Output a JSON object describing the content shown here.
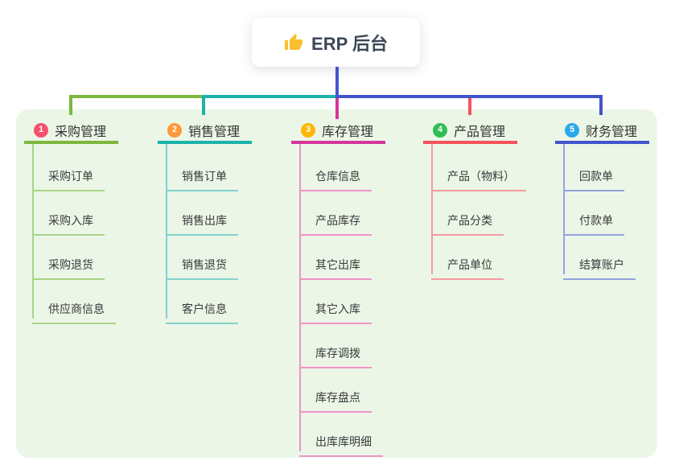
{
  "root": {
    "title": "ERP 后台",
    "icon": "thumbs-up",
    "connector_color": "#4355d4"
  },
  "panel_color": "#ebf6e7",
  "branches": [
    {
      "key": "purchase",
      "badge": "1",
      "badge_color": "#f4516c",
      "line_color": "#7cb83e",
      "light_color": "#a9d486",
      "label": "采购管理",
      "items": [
        "采购订单",
        "采购入库",
        "采购退货",
        "供应商信息"
      ]
    },
    {
      "key": "sales",
      "badge": "2",
      "badge_color": "#ff9838",
      "line_color": "#1ab3aa",
      "light_color": "#82d3cb",
      "label": "销售管理",
      "items": [
        "销售订单",
        "销售出库",
        "销售退货",
        "客户信息"
      ]
    },
    {
      "key": "inventory",
      "badge": "3",
      "badge_color": "#ffb608",
      "line_color": "#d6359c",
      "light_color": "#ef93c8",
      "label": "库存管理",
      "items": [
        "仓库信息",
        "产品库存",
        "其它出库",
        "其它入库",
        "库存调拨",
        "库存盘点",
        "出库库明细"
      ]
    },
    {
      "key": "product",
      "badge": "4",
      "badge_color": "#2fbe54",
      "line_color": "#f4535a",
      "light_color": "#f59ba0",
      "label": "产品管理",
      "items": [
        "产品（物料）",
        "产品分类",
        "产品单位"
      ]
    },
    {
      "key": "finance",
      "badge": "5",
      "badge_color": "#29a9ea",
      "line_color": "#4254cc",
      "light_color": "#95a3dd",
      "label": "财务管理",
      "items": [
        "回款单",
        "付款单",
        "结算账户"
      ]
    }
  ]
}
